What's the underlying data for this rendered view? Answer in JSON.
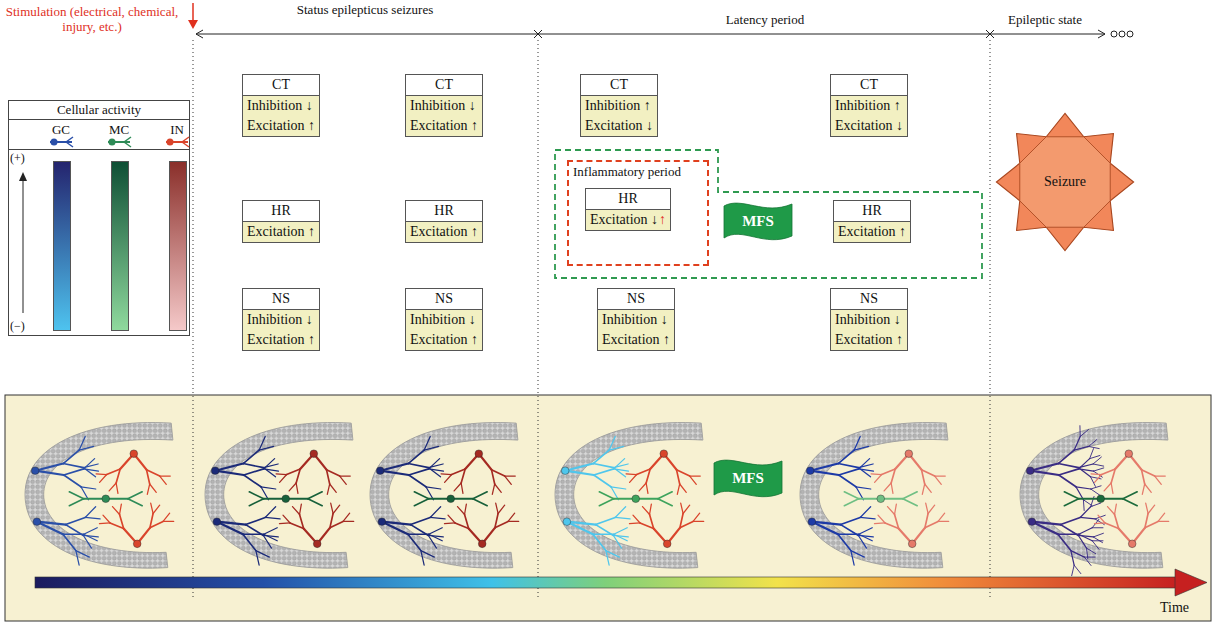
{
  "diagram": {
    "nodes": [
      {
        "text": [
          "Cellular activity"
        ]
      },
      {
        "text": [
          "CT",
          "Inhibition ↓",
          "Excitation ↑"
        ]
      },
      {
        "text": [
          "CT",
          "Inhibition ↓",
          "Excitation ↑"
        ]
      },
      {
        "text": [
          "CT",
          "Inhibition ↑",
          "Excitation ↓"
        ]
      },
      {
        "text": [
          "CT",
          "Inhibition ↑",
          "Excitation ↓"
        ]
      },
      {
        "text": [
          "Seizure"
        ]
      },
      {
        "text": [
          "HR",
          "Excitation ↑"
        ]
      },
      {
        "text": [
          "HR",
          "Excitation ↑"
        ]
      },
      {
        "text": [
          "Inflammatory period"
        ]
      },
      {
        "text": [
          "HR",
          "Excitation ↓",
          "↑"
        ],
        "in": 8
      },
      {
        "text": [
          "MFS"
        ]
      },
      {
        "text": [
          "HR",
          "Excitation ↑"
        ]
      },
      {
        "text": [
          "NS",
          "Inhibition ↓",
          "Excitation ↑"
        ]
      },
      {
        "text": [
          "NS",
          "Inhibition ↓",
          "Excitation ↑"
        ]
      },
      {
        "text": [
          "NS",
          "Inhibition ↓",
          "Excitation ↑"
        ]
      },
      {
        "text": [
          "NS",
          "Inhibition ↓",
          "Excitation ↑"
        ]
      },
      {
        "text": [
          "MFS"
        ]
      }
    ],
    "labels": [
      "Stimulation (electrical, chemical, injury, etc.)",
      "Status epilepticus seizures",
      "Latency period",
      "Epileptic state",
      "(+)",
      "(−)",
      "Time"
    ],
    "legend": [
      {
        "text": "GC"
      },
      {
        "text": "MC"
      },
      {
        "text": "IN"
      }
    ]
  }
}
